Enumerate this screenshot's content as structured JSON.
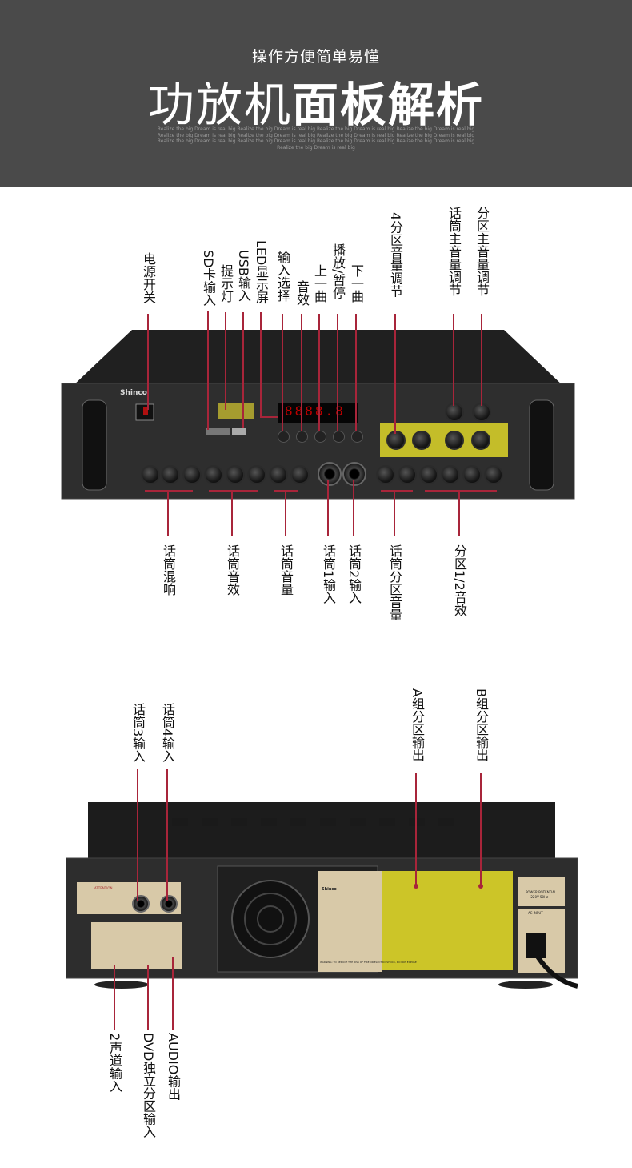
{
  "header": {
    "subtitle": "操作方便简单易懂",
    "title_light": "功放机",
    "title_bold": "面板解析",
    "filler_text": "Realize the big Dream is real big Realize the big Dream is real big Realize the big Dream is real big Realize the big Dream is real big Realize the big Dream is real big Realize the big Dream is real big Realize the big Dream is real big Realize the big Dream is real big Realize the big Dream is real big Realize the big Dream is real big Realize the big Dream is real big Realize the big Dream is real big Realize the big Dream is real big"
  },
  "front": {
    "brand": "Shinco",
    "display": "8888.8",
    "top_labels": {
      "power": "电源开关",
      "sd": "SD卡输入",
      "indicator": "提示灯",
      "usb": "USB输入",
      "led": "LED显示屏",
      "input_select": "输入选择",
      "effect": "音效",
      "prev": "上一曲",
      "play": "播放/暂停",
      "next": "下一曲",
      "zone4": "4分区音量调节",
      "mic_master": "话筒主音量调节",
      "zone_master": "分区主音量调节"
    },
    "bottom_labels": {
      "mic_echo": "话筒混响",
      "mic_effect": "话筒音效",
      "mic_volume": "话筒音量",
      "mic1": "话筒1输入",
      "mic2": "话筒2输入",
      "mic_zone": "话筒分区音量",
      "zone12": "分区1/2音效"
    }
  },
  "rear": {
    "top_labels": {
      "mic3": "话筒3输入",
      "mic4": "话筒4输入",
      "zone_a": "A组分区输出",
      "zone_b": "B组分区输出"
    },
    "bottom_labels": {
      "stereo": "2声道输入",
      "dvd": "DVD独立分区输入",
      "audio_out": "AUDIO输出"
    },
    "attention": "ATTENTION",
    "warning": "WARNING: TO REDUCE THE RISK OF FIRE OR ELECTRIC SHOCK, DO NOT EXPOSE",
    "power_potential": "POWER POTENTIAL",
    "voltage": "~220V 50Hz",
    "ac_input": "AC INPUT",
    "brand": "Shinco"
  },
  "colors": {
    "header_bg": "#4a4a4a",
    "accent_line": "#a8253a",
    "highlight": "#ded628"
  }
}
